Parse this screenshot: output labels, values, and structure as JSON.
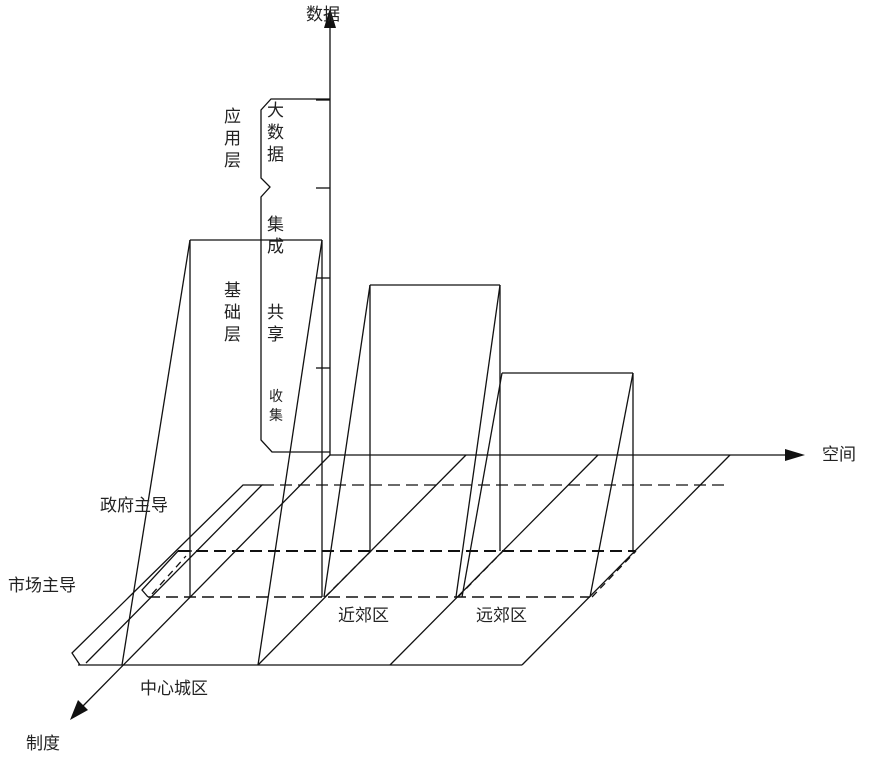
{
  "axes": {
    "vertical": "数据",
    "horizontal": "空间",
    "diagonal": "制度"
  },
  "layers": {
    "application": "应用层",
    "foundation": "基础层"
  },
  "bracket_items": {
    "big_data": "大数据",
    "integration": "集成",
    "sharing": "共享",
    "collection": "收集"
  },
  "institution_rows": {
    "government_led": "政府主导",
    "market_led": "市场主导"
  },
  "zones": {
    "center": "中心城区",
    "near_suburb": "近郊区",
    "far_suburb": "远郊区"
  }
}
